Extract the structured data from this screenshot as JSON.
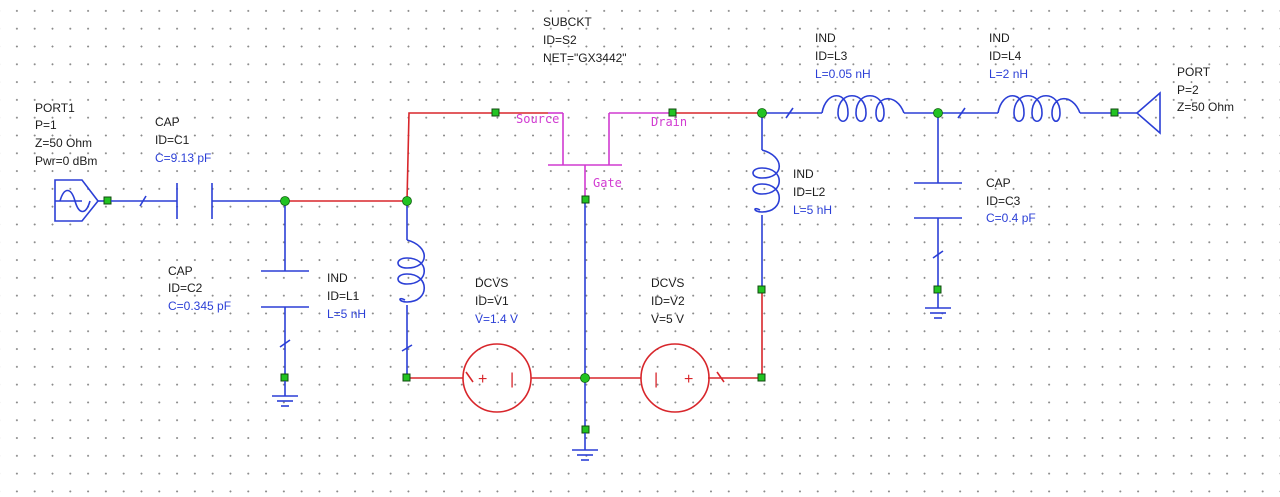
{
  "components": {
    "port1": {
      "name": "PORT1",
      "p": "P=1",
      "z": "Z=50 Ohm",
      "pwr": "Pwr=0 dBm"
    },
    "port2": {
      "name": "PORT",
      "p": "P=2",
      "z": "Z=50 Ohm"
    },
    "c1": {
      "type": "CAP",
      "id": "ID=C1",
      "value": "C=9.13 pF"
    },
    "c2": {
      "type": "CAP",
      "id": "ID=C2",
      "value": "C=0.345 pF"
    },
    "c3": {
      "type": "CAP",
      "id": "ID=C3",
      "value": "C=0.4 pF"
    },
    "l1": {
      "type": "IND",
      "id": "ID=L1",
      "value": "L=5 nH"
    },
    "l2": {
      "type": "IND",
      "id": "ID=L2",
      "value": "L=5 nH"
    },
    "l3": {
      "type": "IND",
      "id": "ID=L3",
      "value": "L=0.05 nH"
    },
    "l4": {
      "type": "IND",
      "id": "ID=L4",
      "value": "L=2 nH"
    },
    "v1": {
      "type": "DCVS",
      "id": "ID=V1",
      "value": "V=1.4 V"
    },
    "v2": {
      "type": "DCVS",
      "id": "ID=V2",
      "value": "V=5 V"
    },
    "subckt": {
      "type": "SUBCKT",
      "id": "ID=S2",
      "net": "NET=\"GX3442\"",
      "pins": {
        "source": "Source",
        "drain": "Drain",
        "gate": "Gate"
      }
    }
  },
  "dcvs_symbols": {
    "plus": "+",
    "minus": "|"
  },
  "colors": {
    "wire": "#d8262b",
    "component": "#2b3fd6",
    "subckt": "#d13bd1",
    "node": "#22c322",
    "value_text": "#2b3fd6"
  }
}
